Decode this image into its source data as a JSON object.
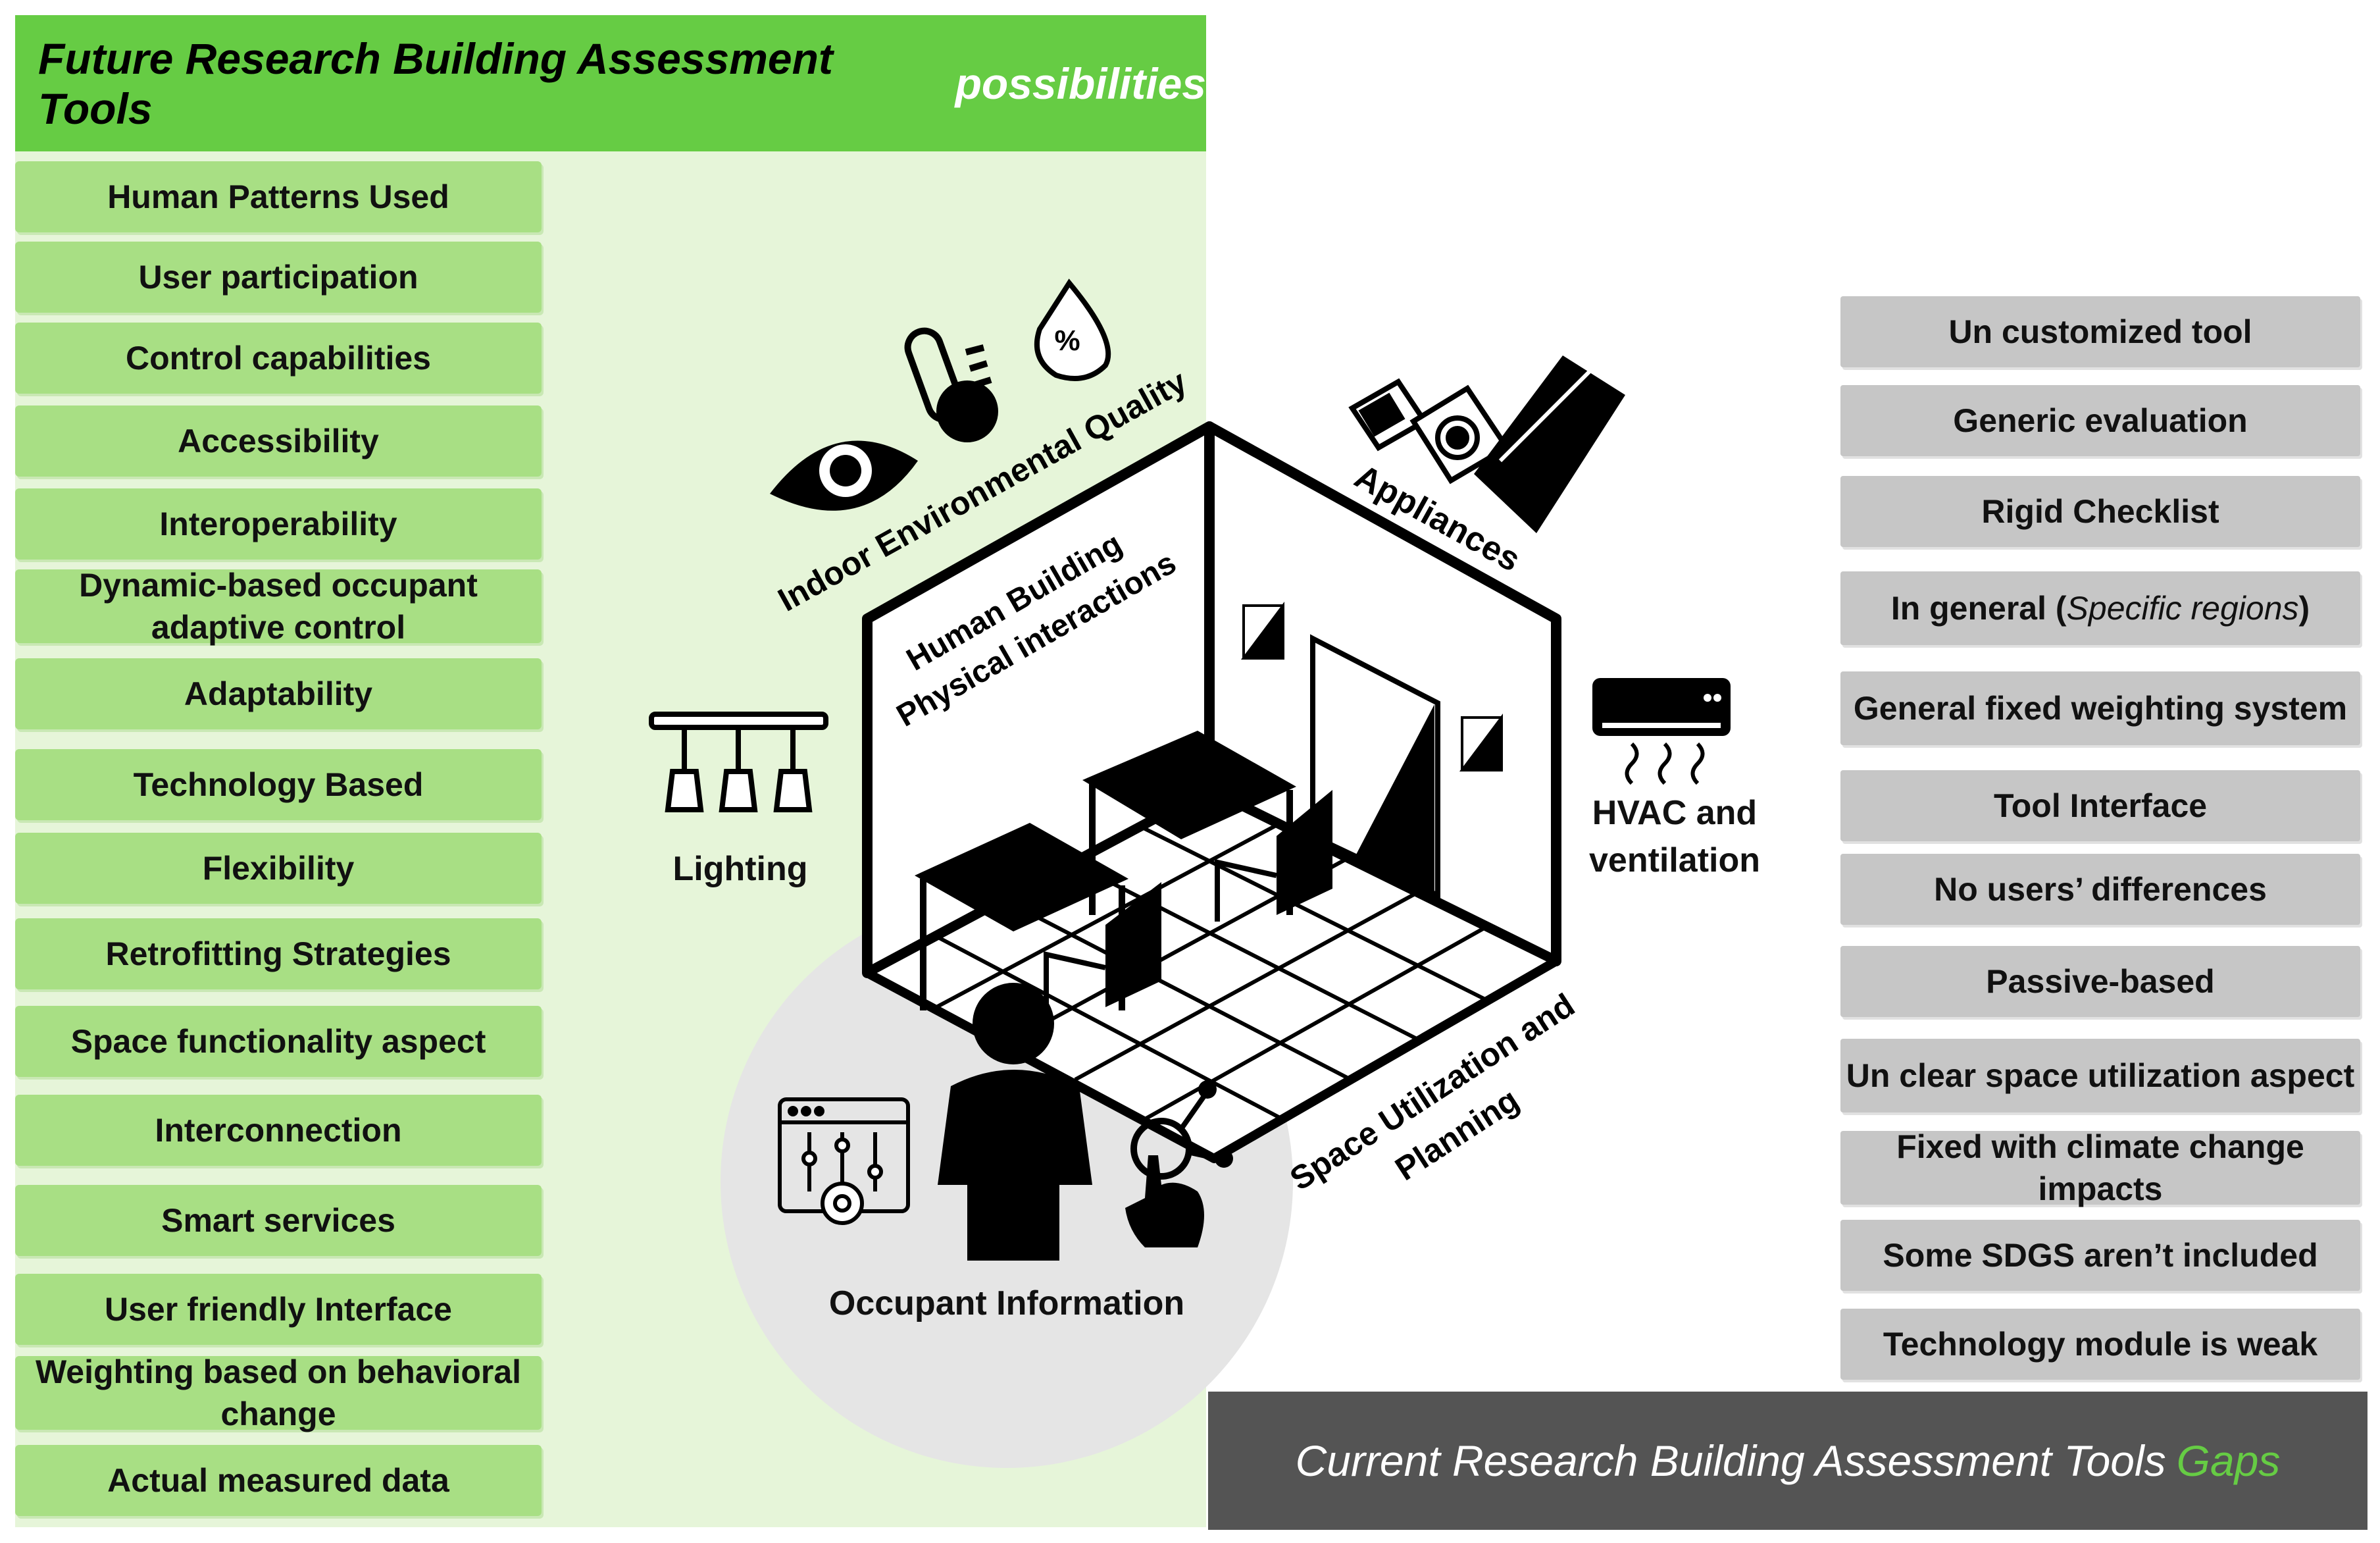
{
  "header": {
    "title": "Future Research Building Assessment Tools",
    "highlight": "possibilities"
  },
  "possibilities": [
    "Human Patterns Used",
    "User participation",
    "Control capabilities",
    "Accessibility",
    "Interoperability",
    "Dynamic-based occupant adaptive control",
    "Adaptability",
    "Technology Based",
    "Flexibility",
    "Retrofitting Strategies",
    "Space functionality aspect",
    "Interconnection",
    "Smart services",
    "User friendly Interface",
    "Weighting based on behavioral change",
    "Actual measured data"
  ],
  "gaps": [
    "Un customized tool",
    "Generic evaluation",
    "Rigid Checklist",
    "In general (",
    "General fixed weighting system",
    "Tool Interface",
    "No users’ differences",
    "Passive-based",
    "Un clear space utilization aspect",
    "Fixed with climate change impacts",
    "Some SDGS aren’t included",
    "Technology module is weak"
  ],
  "gap_general_italic": "Specific regions",
  "gap_general_close": ")",
  "footer": {
    "title": "Current Research Building Assessment Tools",
    "highlight": "Gaps"
  },
  "diagram": {
    "ieq": "Indoor Environmental Quality",
    "hbpi_line1": "Human Building",
    "hbpi_line2": "Physical interactions",
    "appliances": "Appliances",
    "hvac_line1": "HVAC and",
    "hvac_line2": "ventilation",
    "lighting": "Lighting",
    "space_line1": "Space Utilization and",
    "space_line2": "Planning",
    "occupant": "Occupant Information",
    "humidity_symbol": "%"
  }
}
